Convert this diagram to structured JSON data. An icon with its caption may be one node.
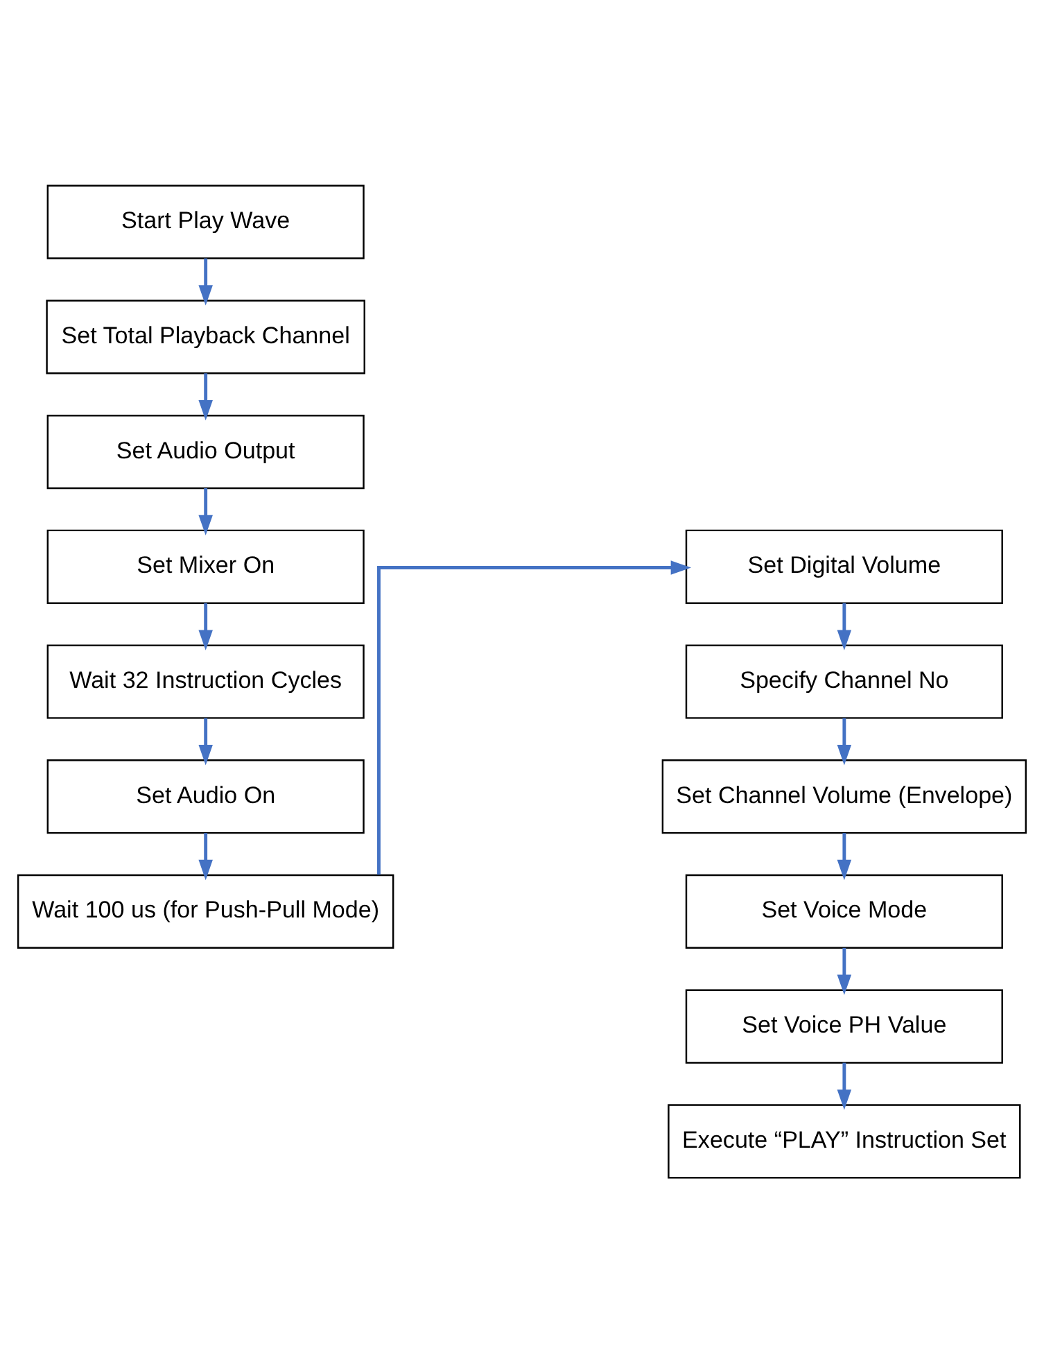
{
  "diagram": {
    "nodes": [
      {
        "text": [
          "Start Play Wave"
        ]
      },
      {
        "text": [
          "Set Total Playback Channel"
        ]
      },
      {
        "text": [
          "Set Audio Output"
        ]
      },
      {
        "text": [
          "Set Mixer On"
        ]
      },
      {
        "text": [
          "Wait 32 Instruction Cycles"
        ]
      },
      {
        "text": [
          "Set Audio On"
        ]
      },
      {
        "text": [
          "Wait 100 us (for Push-Pull Mode)"
        ]
      },
      {
        "text": [
          "Set Digital Volume"
        ]
      },
      {
        "text": [
          "Specify Channel No"
        ]
      },
      {
        "text": [
          "Set Channel Volume (Envelope)"
        ]
      },
      {
        "text": [
          "Set Voice Mode"
        ]
      },
      {
        "text": [
          "Set Voice PH Value"
        ]
      },
      {
        "text": [
          "Execute “PLAY” Instruction Set"
        ]
      }
    ],
    "edges": [
      {
        "from": 0,
        "to": 1,
        "arrow": "to"
      },
      {
        "from": 1,
        "to": 2,
        "arrow": "to"
      },
      {
        "from": 2,
        "to": 3,
        "arrow": "to"
      },
      {
        "from": 3,
        "to": 4,
        "arrow": "to"
      },
      {
        "from": 4,
        "to": 5,
        "arrow": "to"
      },
      {
        "from": 5,
        "to": 6,
        "arrow": "to"
      },
      {
        "from": 6,
        "to": 7,
        "arrow": "to"
      },
      {
        "from": 7,
        "to": 8,
        "arrow": "to"
      },
      {
        "from": 8,
        "to": 9,
        "arrow": "to"
      },
      {
        "from": 9,
        "to": 10,
        "arrow": "to"
      },
      {
        "from": 10,
        "to": 11,
        "arrow": "to"
      },
      {
        "from": 11,
        "to": 12,
        "arrow": "to"
      }
    ]
  }
}
